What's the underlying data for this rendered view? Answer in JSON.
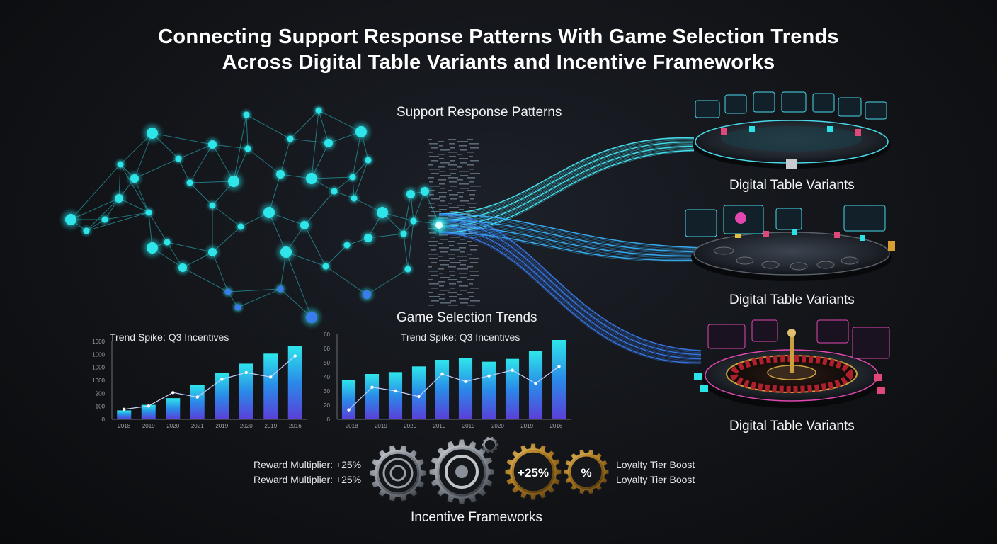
{
  "title": {
    "line1": "Connecting Support Response Patterns With Game Selection Trends",
    "line2": "Across Digital Table Variants and Incentive Frameworks"
  },
  "sections": {
    "support": "Support Response Patterns",
    "game_trends": "Game Selection Trends",
    "incentives": "Incentive Frameworks",
    "table_variant_1": "Digital Table Variants",
    "table_variant_2": "Digital Table Variants",
    "table_variant_3": "Digital Table Variants"
  },
  "incentive_labels": {
    "left_1": "Reward Multiplier: +25%",
    "left_2": "Reward Multiplier: +25%",
    "right_1": "Loyalty Tier Boost",
    "right_2": "Loyalty Tier Boost",
    "gear_percent": "+25%",
    "gear_symbol": "%"
  },
  "colors": {
    "cyan": "#29e3e8",
    "blue": "#3a6cf0",
    "purple": "#7a4ae0",
    "gold": "#c89a3a",
    "pink": "#e0487a"
  },
  "chart_data": [
    {
      "type": "bar",
      "title": "Trend Spike: Q3 Incentives",
      "categories": [
        "2018",
        "2019",
        "2020",
        "2021",
        "2019",
        "2020",
        "2019",
        "2016"
      ],
      "ytick_labels": [
        "0",
        "100",
        "200",
        "1000",
        "1000",
        "1000",
        "1000"
      ],
      "values": [
        80,
        130,
        190,
        310,
        420,
        500,
        590,
        660
      ],
      "line_values": [
        90,
        120,
        240,
        200,
        360,
        420,
        380,
        570
      ],
      "ylim": [
        0,
        700
      ]
    },
    {
      "type": "bar",
      "title": "Trend Spike: Q3 Incentives",
      "categories": [
        "2018",
        "2019",
        "2020",
        "2019",
        "2019",
        "2020",
        "2019",
        "2016"
      ],
      "ytick_labels": [
        "0",
        "20",
        "30",
        "40",
        "50",
        "60",
        "60"
      ],
      "values": [
        42,
        48,
        50,
        56,
        63,
        65,
        61,
        64,
        72,
        84
      ],
      "line_values": [
        10,
        34,
        30,
        24,
        48,
        40,
        46,
        52,
        38,
        56
      ],
      "ylim": [
        0,
        90
      ]
    }
  ]
}
